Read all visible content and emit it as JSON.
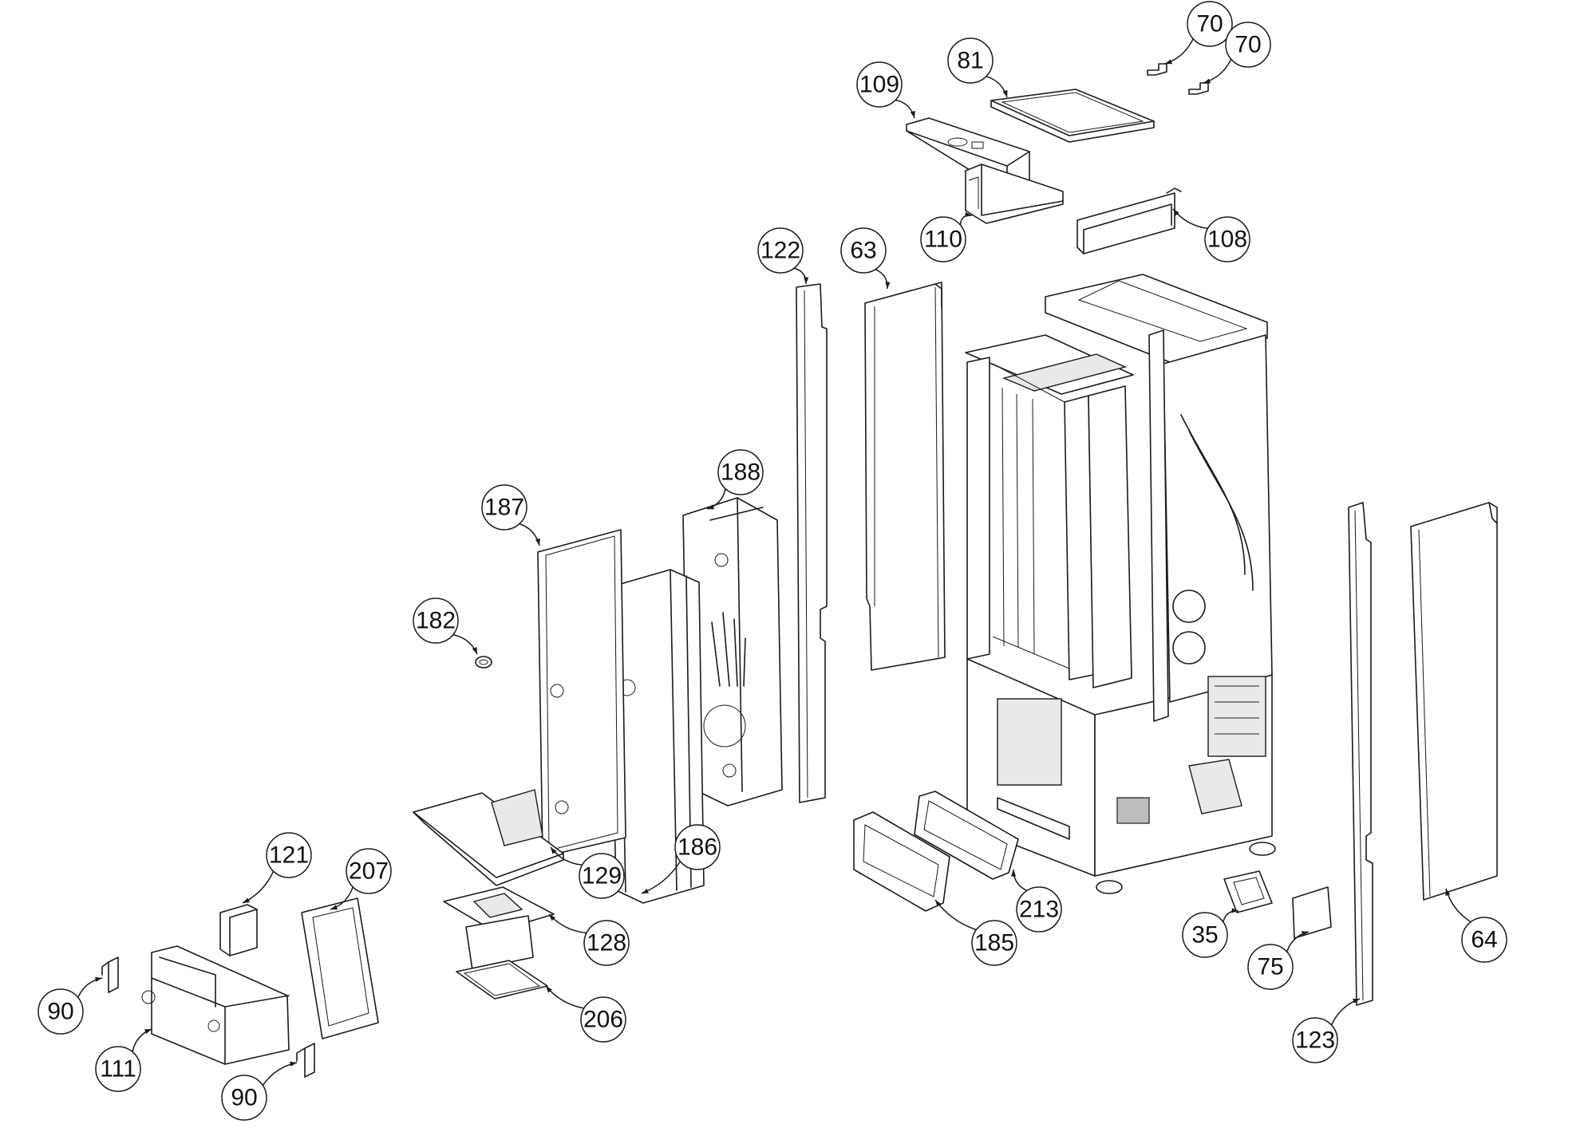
{
  "callouts": [
    {
      "label": "70"
    },
    {
      "label": "70"
    },
    {
      "label": "81"
    },
    {
      "label": "109"
    },
    {
      "label": "110"
    },
    {
      "label": "108"
    },
    {
      "label": "122"
    },
    {
      "label": "63"
    },
    {
      "label": "188"
    },
    {
      "label": "187"
    },
    {
      "label": "182"
    },
    {
      "label": "186"
    },
    {
      "label": "129"
    },
    {
      "label": "121"
    },
    {
      "label": "207"
    },
    {
      "label": "128"
    },
    {
      "label": "206"
    },
    {
      "label": "90"
    },
    {
      "label": "111"
    },
    {
      "label": "90"
    },
    {
      "label": "185"
    },
    {
      "label": "213"
    },
    {
      "label": "35"
    },
    {
      "label": "75"
    },
    {
      "label": "64"
    },
    {
      "label": "123"
    }
  ]
}
